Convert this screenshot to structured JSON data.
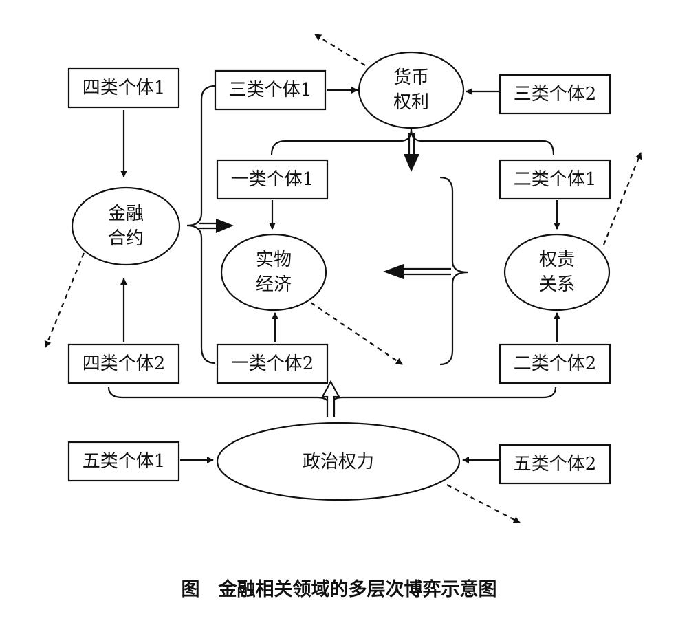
{
  "caption": "图　金融相关领域的多层次博弈示意图",
  "nodes": {
    "currency_rights": [
      "货币",
      "权利"
    ],
    "financial_contract": [
      "金融",
      "合约"
    ],
    "real_economy": [
      "实物",
      "经济"
    ],
    "rights_relation": [
      "权责",
      "关系"
    ],
    "political_power": "政治权力"
  },
  "individuals": {
    "four_1": "四类个体1",
    "three_1": "三类个体1",
    "three_2": "三类个体2",
    "one_1": "一类个体1",
    "two_1": "二类个体1",
    "four_2": "四类个体2",
    "one_2": "一类个体2",
    "two_2": "二类个体2",
    "five_1": "五类个体1",
    "five_2": "五类个体2"
  }
}
